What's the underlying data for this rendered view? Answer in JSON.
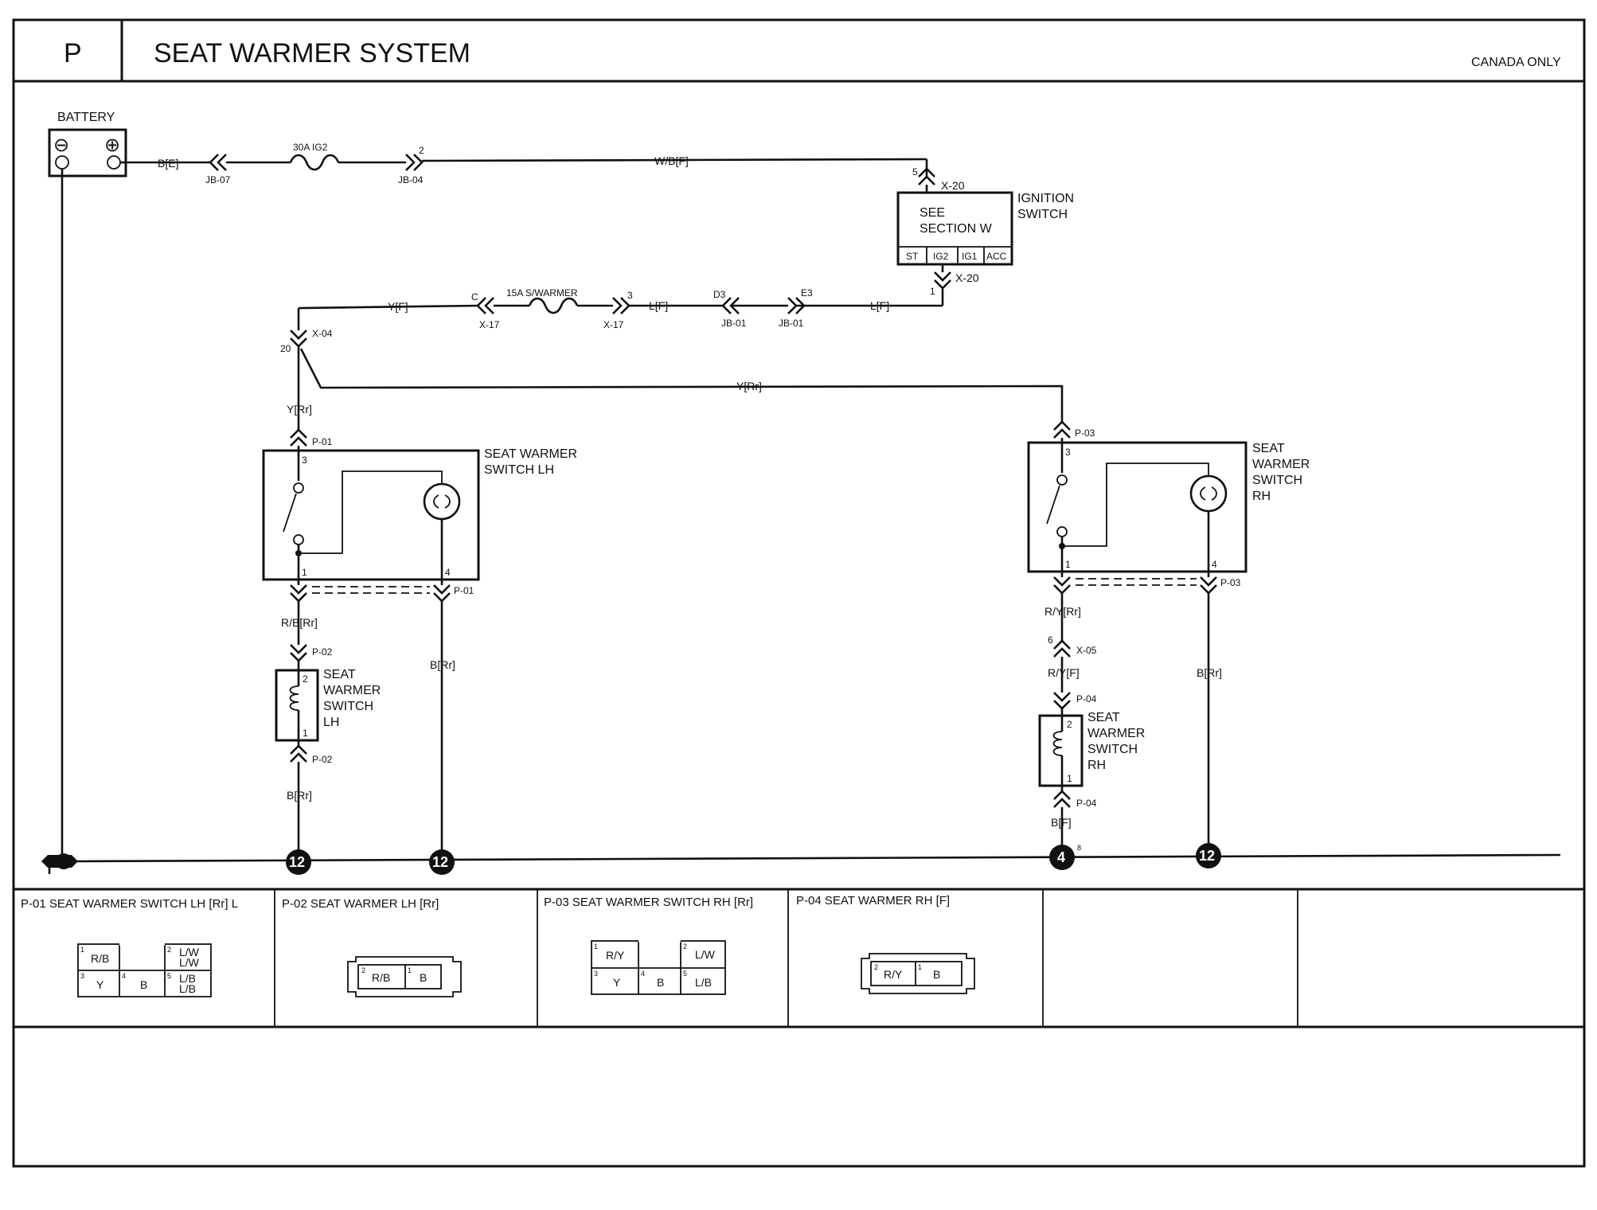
{
  "header": {
    "section_code": "P",
    "title": "SEAT WARMER SYSTEM",
    "note": "CANADA ONLY"
  },
  "components": {
    "battery": "BATTERY",
    "battery_neg": "⊖",
    "battery_pos": "⊕",
    "ignition_switch_line1": "IGNITION",
    "ignition_switch_line2": "SWITCH",
    "ign_see_line1": "SEE",
    "ign_see_line2": "SECTION W",
    "ign_pins": [
      "ST",
      "IG2",
      "IG1",
      "ACC"
    ],
    "sw_lh": [
      "SEAT WARMER",
      "SWITCH LH"
    ],
    "sw_rh": [
      "SEAT",
      "WARMER",
      "SWITCH",
      "RH"
    ],
    "heater_lh": [
      "SEAT",
      "WARMER",
      "SWITCH",
      "LH"
    ],
    "heater_rh": [
      "SEAT",
      "WARMER",
      "SWITCH",
      "RH"
    ],
    "fuse_30a": "30A IG2",
    "fuse_15a": "15A S/WARMER",
    "ground_symbol": "G"
  },
  "wires": {
    "b_e": "B[E]",
    "wb_f": "W/B[F]",
    "y_f": "Y[F]",
    "l_f_1": "L[F]",
    "l_f_2": "L[F]",
    "y_rr_1": "Y[Rr]",
    "y_rr_2": "Y[Rr]",
    "rb_rr": "R/B[Rr]",
    "b_rr_1": "B[Rr]",
    "b_rr_2": "B[Rr]",
    "b_rr_3": "B[Rr]",
    "ry_rr": "R/Y[Rr]",
    "ry_f": "R/Y[F]",
    "b_f": "B[F]"
  },
  "connectors": {
    "jb07": "JB-07",
    "jb04": "JB-04",
    "jb04_pin": "2",
    "x20_top": "X-20",
    "x20_top_pin": "5",
    "x20_bot": "X-20",
    "x20_bot_pin": "1",
    "x17_c": "X-17",
    "x17_c_pin": "C",
    "x17_3": "X-17",
    "x17_3_pin": "3",
    "jb01_d3": "JB-01",
    "jb01_d3_pin": "D3",
    "jb01_e3": "JB-01",
    "jb01_e3_pin": "E3",
    "x04": "X-04",
    "x04_pin": "20",
    "p01_top": "P-01",
    "p01_bot": "P-01",
    "p02_top": "P-02",
    "p02_bot": "P-02",
    "p03_top": "P-03",
    "p03_bot": "P-03",
    "x05": "X-05",
    "x05_pin": "6",
    "p04_top": "P-04",
    "p04_bot": "P-04"
  },
  "pins": {
    "lh_sw_3": "3",
    "lh_sw_1": "1",
    "lh_sw_4": "4",
    "rh_sw_3": "3",
    "rh_sw_1": "1",
    "rh_sw_4": "4",
    "lh_ht_2": "2",
    "lh_ht_1": "1",
    "rh_ht_2": "2",
    "rh_ht_1": "1"
  },
  "grounds": {
    "g1": "12",
    "g2": "12",
    "g3": "4",
    "g3_sup": "8",
    "g4": "12"
  },
  "connector_table": [
    {
      "title": "P-01 SEAT WARMER SWITCH LH [Rr] L",
      "cells": [
        {
          "num": "1",
          "text": "R/B"
        },
        {
          "num": "2",
          "text": "L/W\nL/W"
        },
        {
          "num": "3",
          "text": "Y"
        },
        {
          "num": "4",
          "text": "B"
        },
        {
          "num": "5",
          "text": "L/B\nL/B"
        }
      ]
    },
    {
      "title": "P-02 SEAT WARMER LH [Rr]",
      "cells": [
        {
          "num": "2",
          "text": "R/B"
        },
        {
          "num": "1",
          "text": "B"
        }
      ]
    },
    {
      "title": "P-03 SEAT WARMER SWITCH RH [Rr]",
      "cells": [
        {
          "num": "1",
          "text": "R/Y"
        },
        {
          "num": "2",
          "text": "L/W"
        },
        {
          "num": "3",
          "text": "Y"
        },
        {
          "num": "4",
          "text": "B"
        },
        {
          "num": "5",
          "text": "L/B"
        }
      ]
    },
    {
      "title": "P-04 SEAT WARMER RH [F]",
      "cells": [
        {
          "num": "2",
          "text": "R/Y"
        },
        {
          "num": "1",
          "text": "B"
        }
      ]
    }
  ]
}
